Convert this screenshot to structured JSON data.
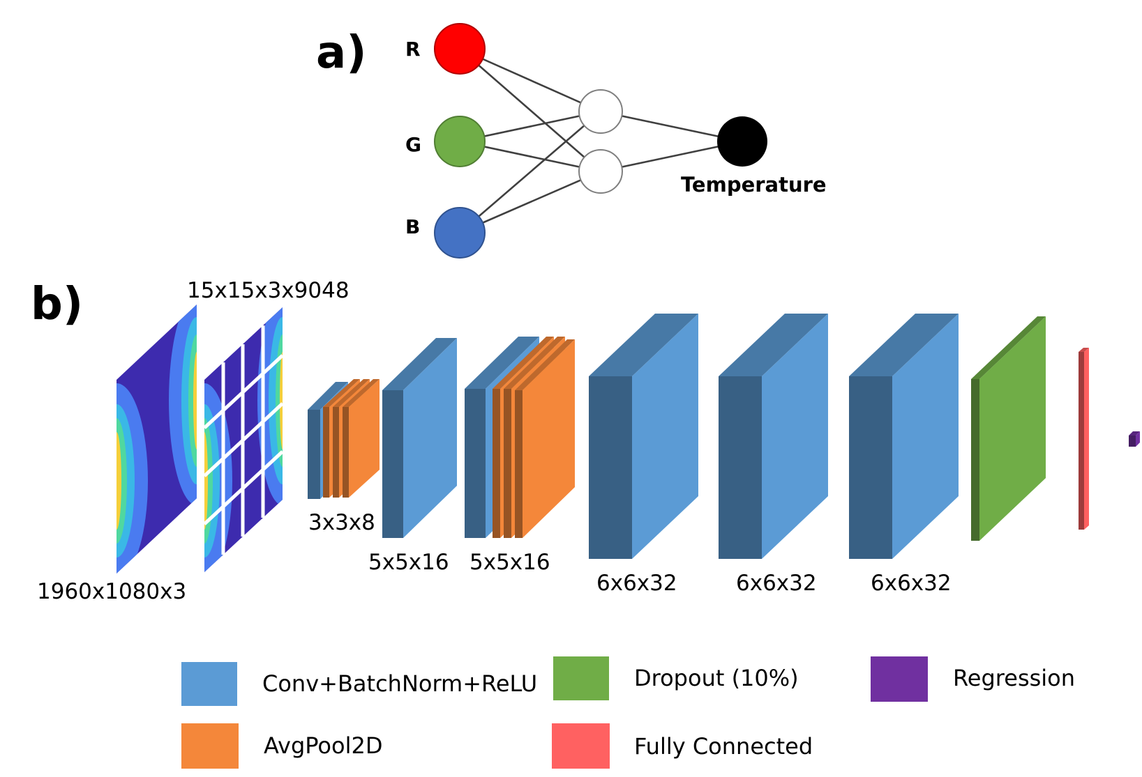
{
  "panel_a": {
    "label": "a)",
    "inputs": [
      {
        "label": "R",
        "color": "#FF0000"
      },
      {
        "label": "G",
        "color": "#70AD47"
      },
      {
        "label": "B",
        "color": "#4472C4"
      }
    ],
    "hidden_count": 2,
    "output_label": "Temperature"
  },
  "panel_b": {
    "label": "b)",
    "input_label": "1960x1080x3",
    "patch_label": "15x15x3x9048",
    "layer_labels": [
      "3x3x8",
      "5x5x16",
      "5x5x16",
      "6x6x32",
      "6x6x32",
      "6x6x32"
    ]
  },
  "legend": [
    {
      "label": "Conv+BatchNorm+ReLU",
      "color": "#5B9BD5"
    },
    {
      "label": "Dropout (10%)",
      "color": "#70AD47"
    },
    {
      "label": "Regression",
      "color": "#7030A0"
    },
    {
      "label": "AvgPool2D",
      "color": "#F4873A"
    },
    {
      "label": "Fully Connected",
      "color": "#FF6161"
    }
  ]
}
